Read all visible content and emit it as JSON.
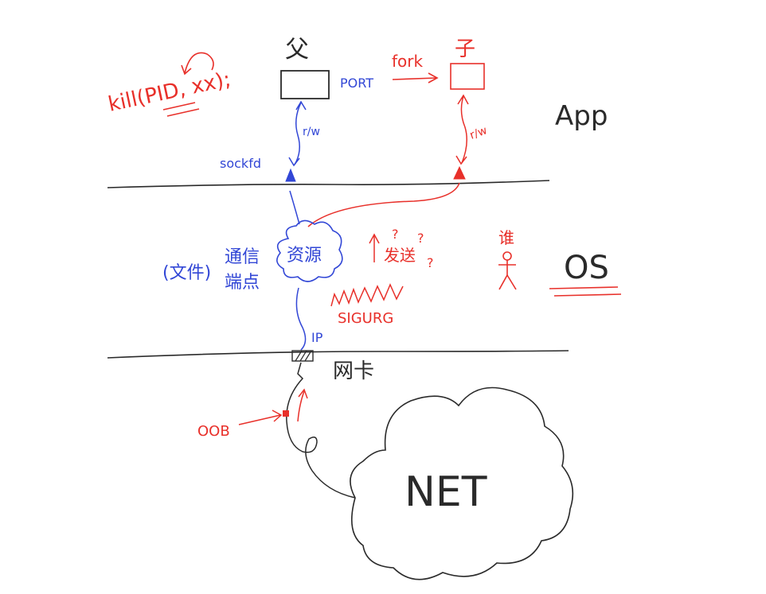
{
  "colors": {
    "ink": "#2a2a2a",
    "red": "#e8302a",
    "blue": "#3247d6"
  },
  "labels": {
    "parent": "父",
    "child": "子",
    "port": "PORT",
    "fork": "fork",
    "kill": "kill(PID, xx);",
    "rw_left": "r/w",
    "rw_right": "r/w",
    "sockfd": "sockfd",
    "app": "App",
    "os": "OS",
    "file": "(文件)",
    "endpoint_line1": "通信",
    "endpoint_line2": "端点",
    "resource": "资源",
    "send": "发送",
    "q1": "?",
    "q2": "?",
    "q3": "?",
    "who": "谁",
    "sigurg": "SIGURG",
    "ip": "IP",
    "nic": "网卡",
    "oob": "OOB",
    "net": "NET"
  }
}
